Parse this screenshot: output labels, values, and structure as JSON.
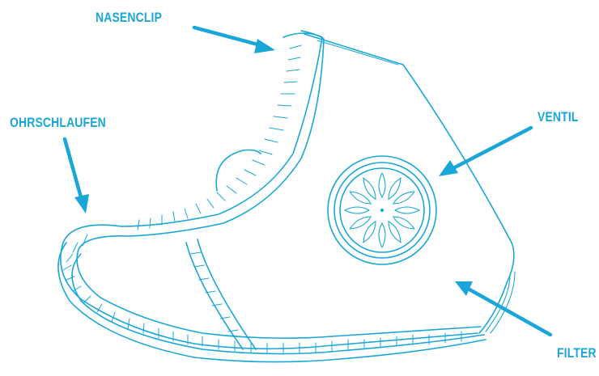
{
  "labels": {
    "nose_clip": "NASENCLIP",
    "ear_loops": "OHRSCHLAUFEN",
    "valve": "VENTIL",
    "filter": "FILTER"
  },
  "colors": {
    "accent": "#1aa6d8",
    "background": "#ffffff"
  }
}
